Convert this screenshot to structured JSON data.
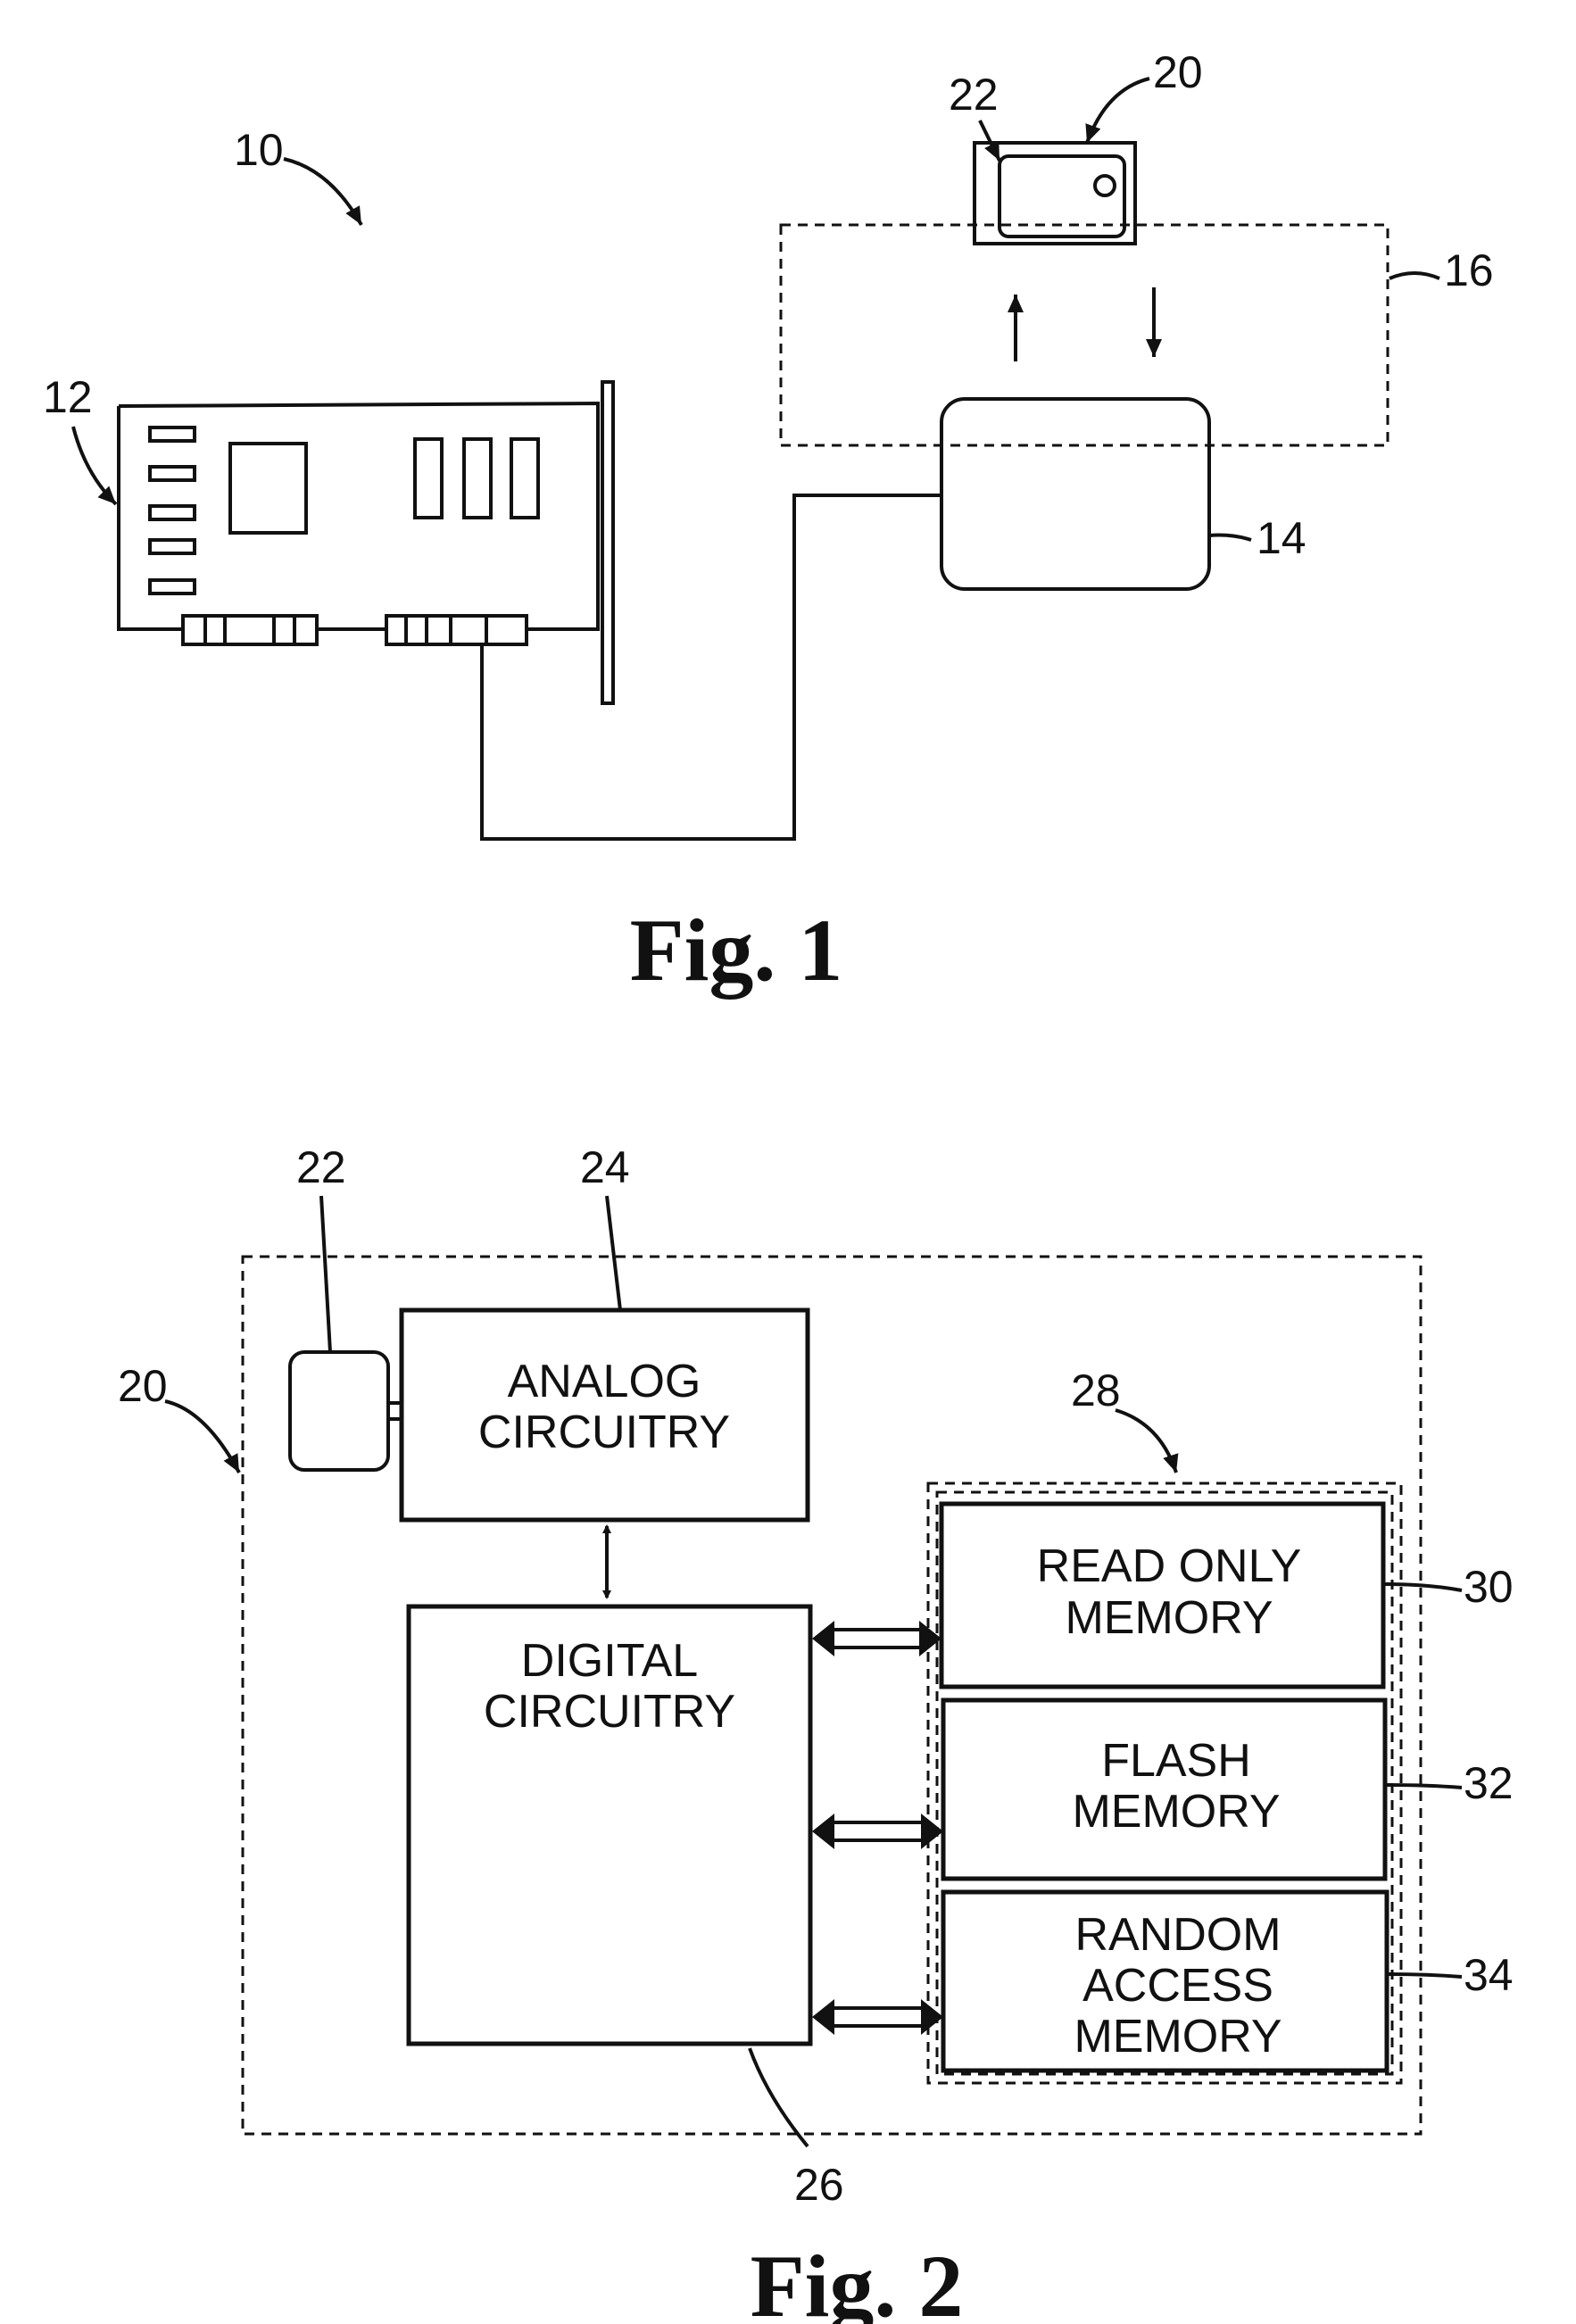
{
  "fig1": {
    "caption": "Fig. 1",
    "refs": {
      "system": "10",
      "card": "12",
      "reader": "14",
      "field": "16",
      "device": "20",
      "device_label": "22"
    }
  },
  "fig2": {
    "caption": "Fig. 2",
    "refs": {
      "device": "20",
      "sensor": "22",
      "analog": "24",
      "digital": "26",
      "memory": "28",
      "rom": "30",
      "flash": "32",
      "ram": "34"
    },
    "blocks": {
      "analog": [
        "ANALOG",
        "CIRCUITRY"
      ],
      "digital": [
        "DIGITAL",
        "CIRCUITRY"
      ],
      "rom": [
        "READ ONLY",
        "MEMORY"
      ],
      "flash": [
        "FLASH",
        "MEMORY"
      ],
      "ram": [
        "RANDOM",
        "ACCESS",
        "MEMORY"
      ]
    }
  }
}
